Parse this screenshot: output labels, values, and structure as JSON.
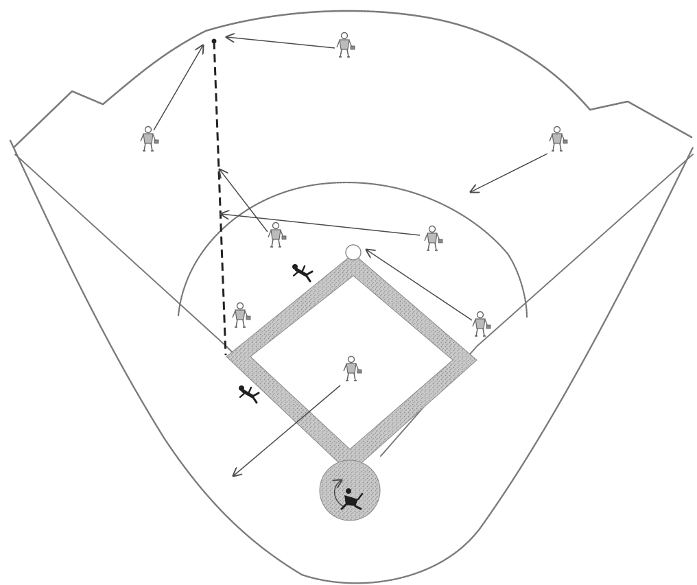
{
  "colors": {
    "paper": "#ffffff",
    "line": "#7a7a7a",
    "dirt": "#a9a9a9",
    "figure": "#666666",
    "runner": "#1f1f1f",
    "dashed": "#222222",
    "arrow": "#4a4a4a"
  },
  "players": [
    {
      "id": "left-fielder",
      "role": "fielder",
      "icon": "fielder-figure-icon"
    },
    {
      "id": "center-fielder",
      "role": "fielder",
      "icon": "fielder-figure-icon"
    },
    {
      "id": "right-fielder",
      "role": "fielder",
      "icon": "fielder-figure-icon"
    },
    {
      "id": "shortstop",
      "role": "fielder",
      "icon": "fielder-figure-icon"
    },
    {
      "id": "second-baseman",
      "role": "fielder",
      "icon": "fielder-figure-icon"
    },
    {
      "id": "first-baseman",
      "role": "fielder",
      "icon": "fielder-figure-icon"
    },
    {
      "id": "third-baseman",
      "role": "fielder",
      "icon": "fielder-figure-icon"
    },
    {
      "id": "pitcher",
      "role": "fielder",
      "icon": "fielder-figure-icon"
    },
    {
      "id": "catcher",
      "role": "catcher",
      "icon": "crouching-catcher-icon"
    },
    {
      "id": "runner-second",
      "role": "runner",
      "icon": "sliding-runner-icon"
    },
    {
      "id": "runner-third",
      "role": "runner",
      "icon": "sliding-runner-icon"
    }
  ],
  "movements": [
    {
      "id": "left-fielder-to-ball",
      "style": "solid-arrow"
    },
    {
      "id": "center-fielder-to-ball",
      "style": "solid-arrow"
    },
    {
      "id": "right-fielder-backup",
      "style": "solid-arrow"
    },
    {
      "id": "shortstop-to-relay",
      "style": "solid-arrow"
    },
    {
      "id": "second-baseman-to-relay",
      "style": "solid-arrow"
    },
    {
      "id": "first-baseman-to-second",
      "style": "solid-arrow"
    },
    {
      "id": "pitcher-backup-third",
      "style": "solid-arrow"
    },
    {
      "id": "catcher-cover",
      "style": "curved-arrow"
    },
    {
      "id": "ball-path",
      "style": "dashed"
    }
  ]
}
